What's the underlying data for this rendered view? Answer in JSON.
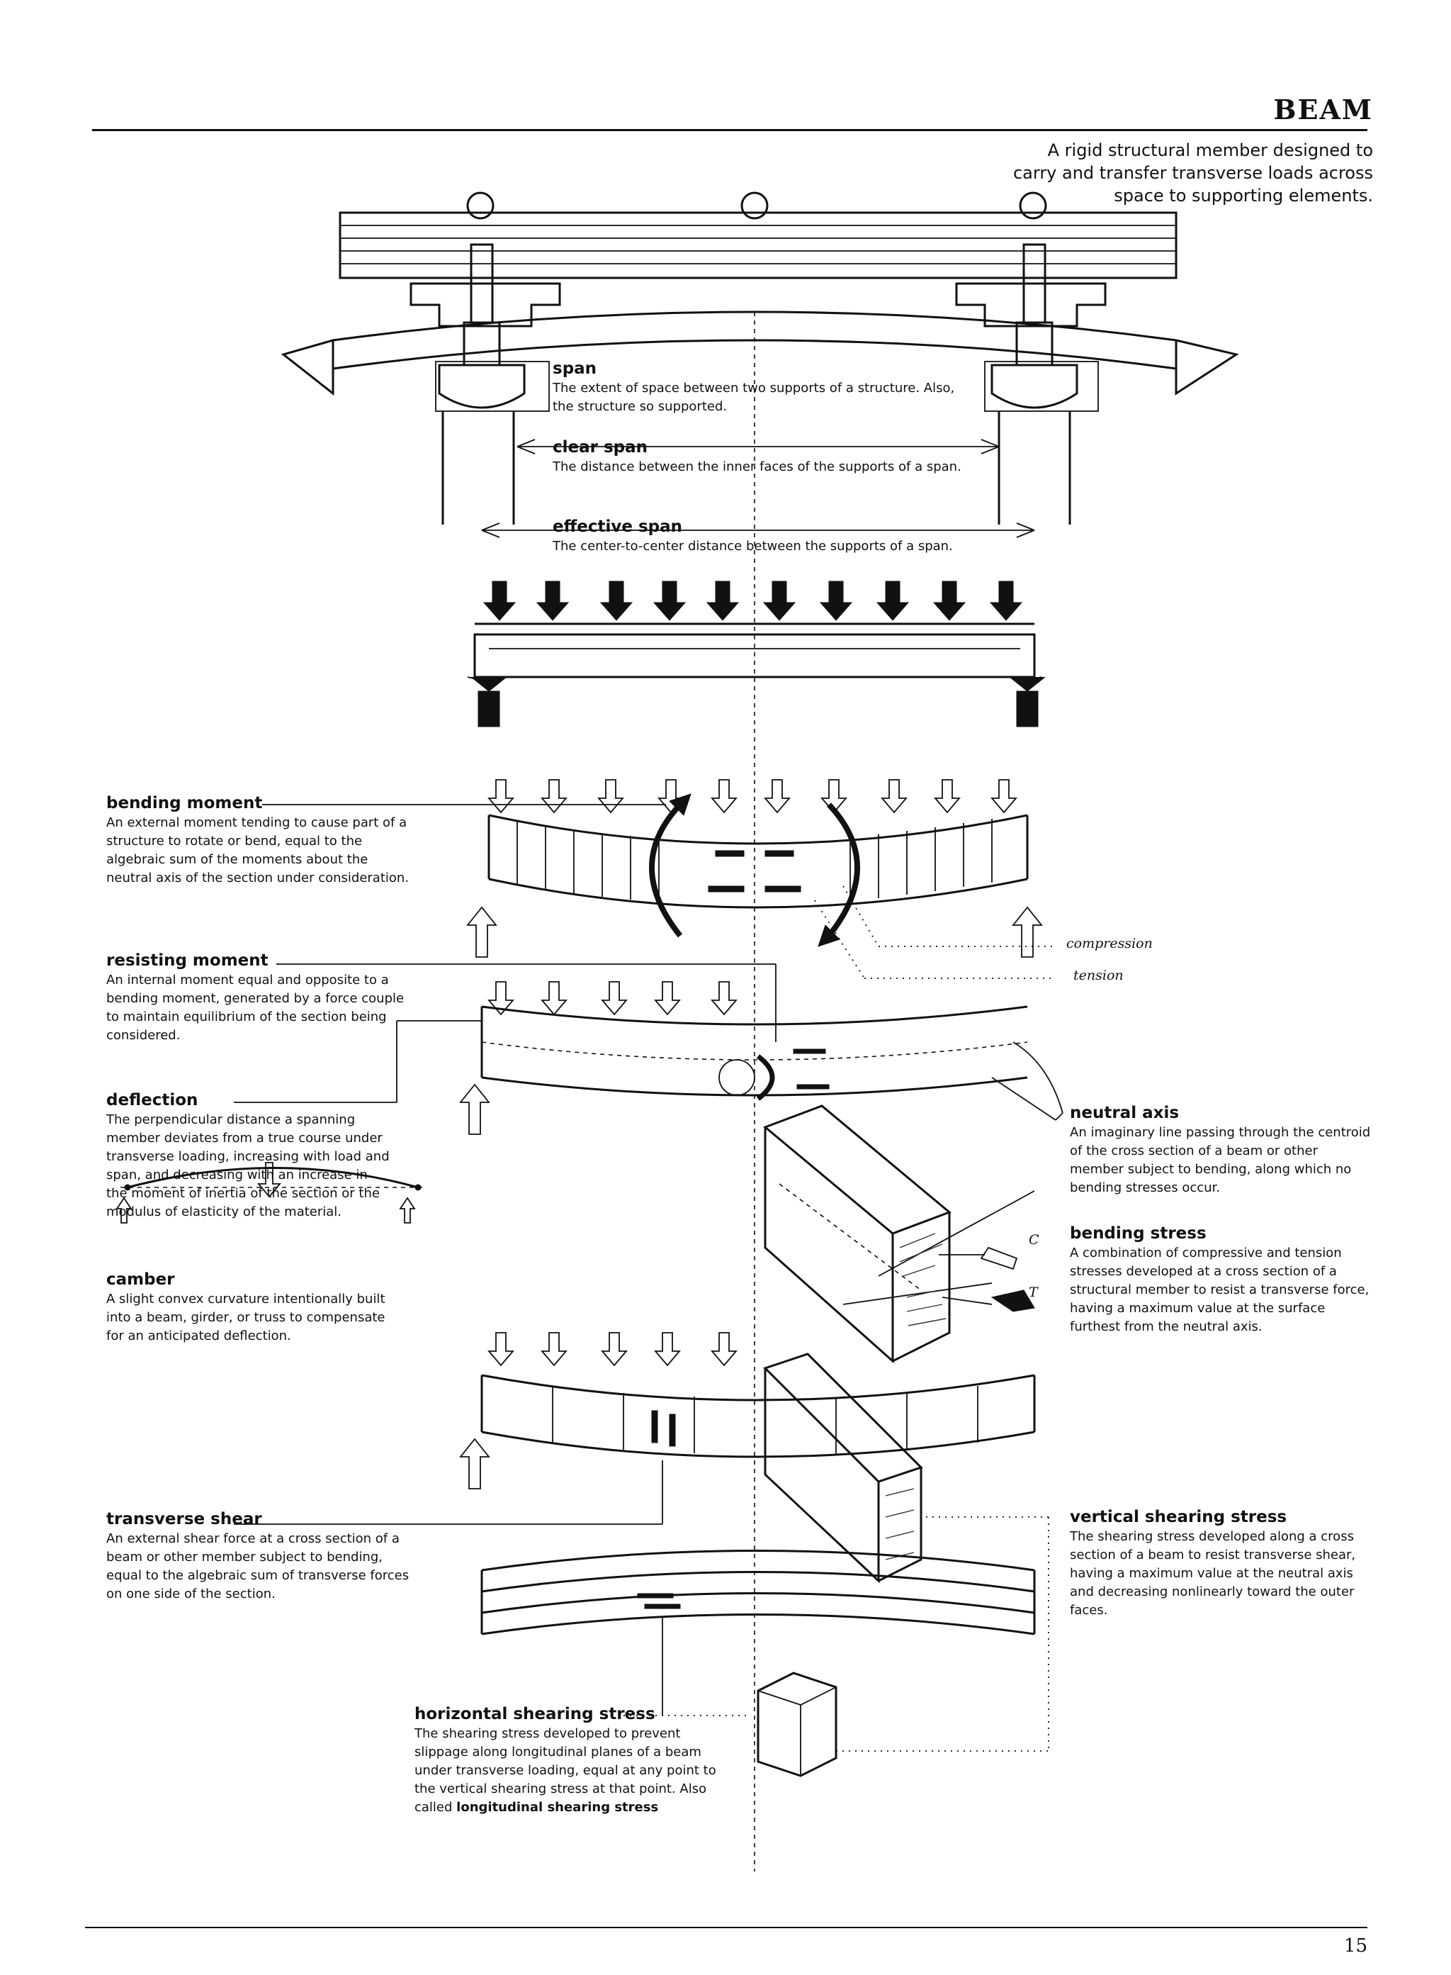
{
  "page": {
    "title": "BEAM",
    "definition": "A rigid structural member designed to carry and transfer transverse loads across space to supporting elements.",
    "page_number": "15"
  },
  "terms": [
    {
      "id": "span",
      "term": "span",
      "text": "The extent of space between two supports of a structure. Also, the structure so supported."
    },
    {
      "id": "clear-span",
      "term": "clear span",
      "text": "The distance between the inner faces of the supports of a span."
    },
    {
      "id": "effective-span",
      "term": "effective span",
      "text": "The center-to-center distance between the supports of a span."
    },
    {
      "id": "bending-moment",
      "term": "bending moment",
      "text": "An external moment tending to cause part of a structure to rotate or bend, equal to the algebraic sum of the moments about the neutral axis of the section under consideration."
    },
    {
      "id": "resisting-moment",
      "term": "resisting moment",
      "text": "An internal moment equal and opposite to a bending moment, generated by a force couple to maintain equilibrium of the section being considered."
    },
    {
      "id": "deflection",
      "term": "deflection",
      "text": "The perpendicular distance a spanning member deviates from a true course under transverse loading, increasing with load and span, and decreasing with an increase in the moment of inertia of the section or the modulus of elasticity of the material."
    },
    {
      "id": "camber",
      "term": "camber",
      "text": "A slight convex curvature intentionally built into a beam, girder, or truss to compensate for an anticipated deflection."
    },
    {
      "id": "neutral-axis",
      "term": "neutral axis",
      "text": "An imaginary line passing through the centroid of the cross section of a beam or other member subject to bending, along which no bending stresses occur."
    },
    {
      "id": "bending-stress",
      "term": "bending stress",
      "text": "A combination of compressive and tension stresses developed at a cross section of a structural member to resist a transverse force, having a maximum value at the surface furthest from the neutral axis."
    },
    {
      "id": "transverse-shear",
      "term": "transverse shear",
      "text": "An external shear force at a cross section of a beam or other member subject to bending, equal to the algebraic sum of transverse forces on one side of the section."
    },
    {
      "id": "vertical-shearing-stress",
      "term": "vertical shearing stress",
      "text": "The shearing stress developed along a cross section of a beam to resist transverse shear, having a maximum value at the neutral axis and decreasing nonlinearly toward the outer faces."
    },
    {
      "id": "horizontal-shearing-stress",
      "term": "horizontal shearing stress",
      "text": "The shearing stress developed to prevent slippage along longitudinal planes of a beam under transverse loading, equal at any point to the vertical shearing stress at that point.",
      "also_called_prefix": "Also called",
      "also_called": "longitudinal shearing stress"
    }
  ],
  "diagram_labels": {
    "compression": "compression",
    "tension": "tension",
    "c": "C",
    "t": "T"
  }
}
